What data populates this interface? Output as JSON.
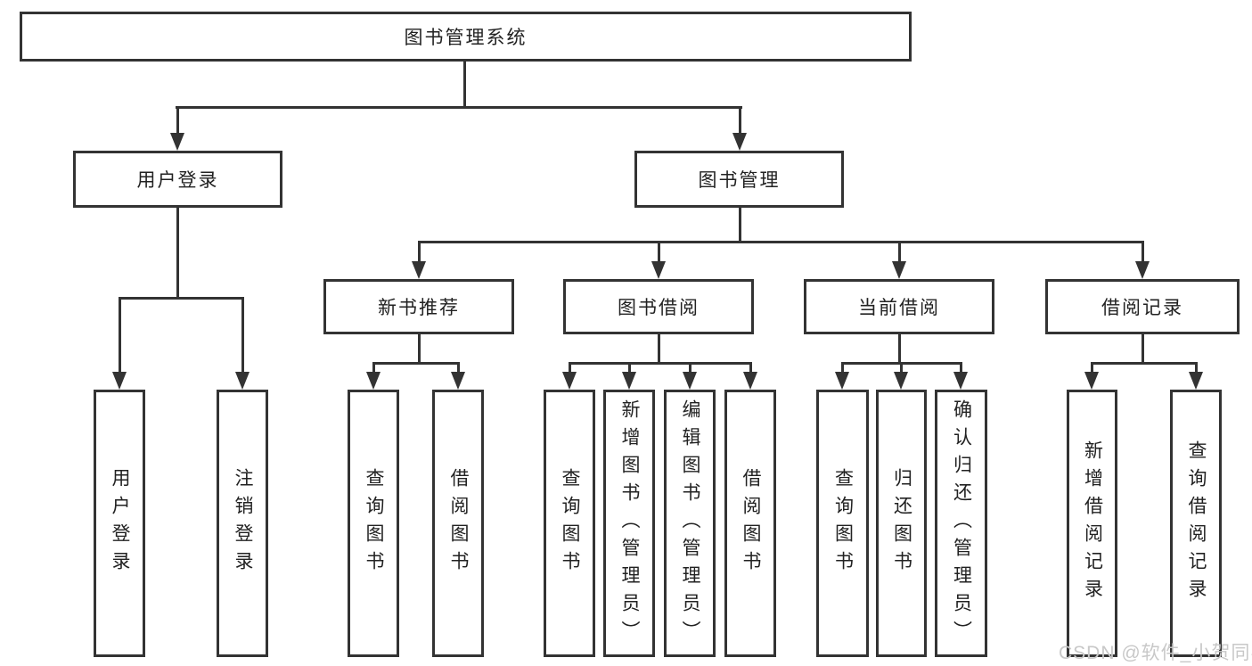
{
  "nodes": {
    "root": "图书管理系统",
    "user_login": "用户登录",
    "book_management": "图书管理",
    "new_book_recommend": "新书推荐",
    "book_borrow": "图书借阅",
    "current_borrow": "当前借阅",
    "borrow_record": "借阅记录",
    "leaf_user_login": "用户登录",
    "leaf_logout": "注销登录",
    "leaf_query_book_a": "查询图书",
    "leaf_borrow_book_a": "借阅图书",
    "leaf_query_book_b": "查询图书",
    "leaf_add_book_admin": "新增图书（管理员）",
    "leaf_edit_book_admin": "编辑图书（管理员）",
    "leaf_borrow_book_b": "借阅图书",
    "leaf_query_book_c": "查询图书",
    "leaf_return_book": "归还图书",
    "leaf_confirm_return_admin": "确认归还（管理员）",
    "leaf_add_borrow_record": "新增借阅记录",
    "leaf_query_borrow_record": "查询借阅记录"
  },
  "watermark": {
    "text": "CSDN @软件_小贺同学",
    "color": "#c8c8c8"
  },
  "colors": {
    "line": "#333333",
    "text": "#222222",
    "background": "#ffffff"
  }
}
